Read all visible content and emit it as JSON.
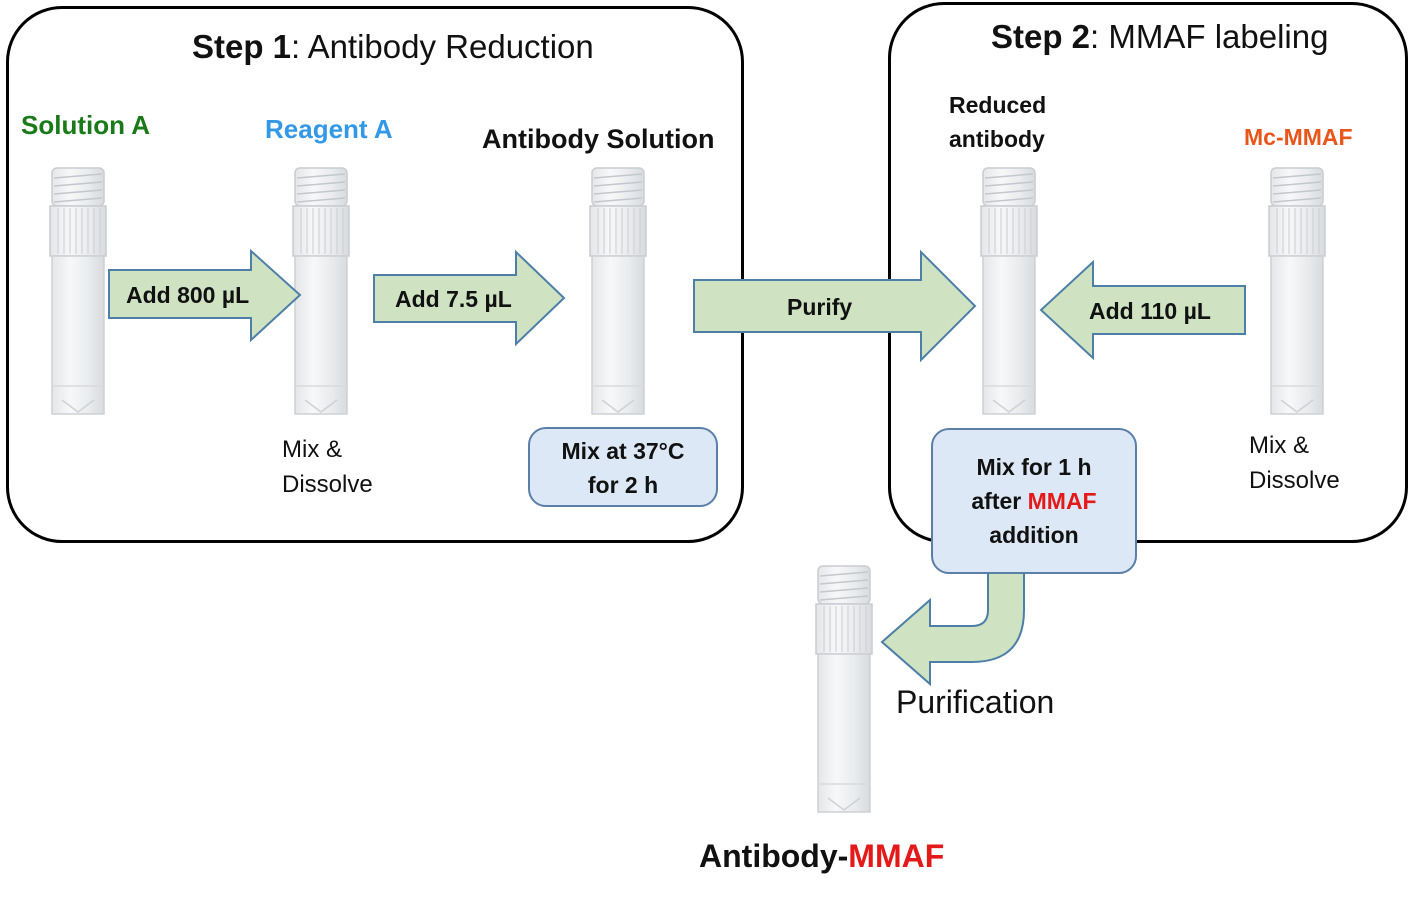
{
  "step1": {
    "title_bold": "Step 1",
    "title_rest": ": Antibody Reduction",
    "tube_labels": {
      "solution_a": "Solution A",
      "reagent_a": "Reagent A",
      "antibody_solution": "Antibody Solution"
    },
    "arrows": {
      "add_800": "Add 800 µL",
      "add_7_5": "Add 7.5 µL"
    },
    "mix_dissolve_line1": "Mix &",
    "mix_dissolve_line2": "Dissolve",
    "incubation_line1": "Mix at 37°C",
    "incubation_line2": "for 2 h"
  },
  "purify_label": "Purify",
  "step2": {
    "title_bold": "Step 2",
    "title_rest": ": MMAF labeling",
    "tube_labels": {
      "reduced_line1": "Reduced",
      "reduced_line2": "antibody",
      "mc_mmaf": "Mc-MMAF"
    },
    "arrows": {
      "add_110": "Add 110 µL"
    },
    "mix_dissolve_line1": "Mix &",
    "mix_dissolve_line2": "Dissolve",
    "reaction_line1": "Mix for 1 h",
    "reaction_line2_a": "after ",
    "reaction_line2_b": "MMAF",
    "reaction_line3": "addition"
  },
  "purification_label": "Purification",
  "final_product": {
    "part1": "Antibody-",
    "part2": "MMAF"
  },
  "colors": {
    "solution_a": "#1a7a1a",
    "reagent_a": "#3399e6",
    "mc_mmaf": "#e8561c",
    "mmaf_red": "#e41a1a",
    "arrow_fill": "#cfe3c3",
    "arrow_stroke": "#4e7fa8",
    "note_fill": "#dce8f5"
  }
}
